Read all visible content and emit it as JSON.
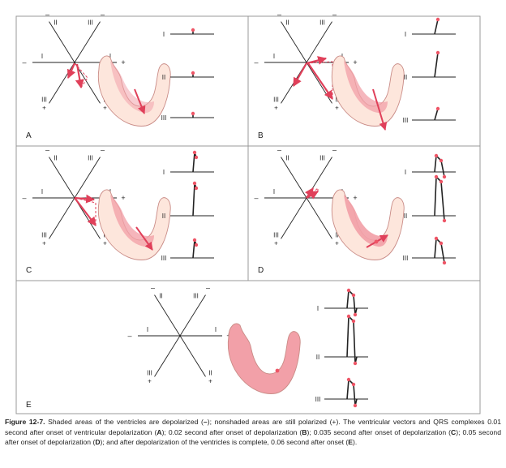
{
  "panels": [
    {
      "letter": "A",
      "state": "0.01 second after onset of ventricular depolarization"
    },
    {
      "letter": "B",
      "state": "0.02 second after onset of depolarization"
    },
    {
      "letter": "C",
      "state": "0.035 second after onset of depolarization"
    },
    {
      "letter": "D",
      "state": "0.05 second after onset of depolarization"
    },
    {
      "letter": "E",
      "state": "after depolarization of the ventricles is complete, 0.06 second after onset"
    }
  ],
  "lead_labels": [
    "I",
    "II",
    "III"
  ],
  "polarity": {
    "neg": "–",
    "pos": "+"
  },
  "caption": {
    "figure_label": "Figure 12-7.",
    "text_1": " Shaded areas of the ventricles are depolarized (",
    "neg_sign": "–",
    "text_2": "); nonshaded areas are still polarized (+). The ventricular vectors and QRS complexes 0.01 second after onset of ventricular depolarization (",
    "l_a": "A",
    "text_3": "); 0.02 second after onset of depolarization (",
    "l_b": "B",
    "text_4": "); 0.035 second after onset of depolarization (",
    "l_c": "C",
    "text_5": "); 0.05 second after onset of depolarization (",
    "l_d": "D",
    "text_6": "); and after depolarization of the ventricles is complete, 0.06 second after onset (",
    "l_e": "E",
    "text_7": ")."
  },
  "colors": {
    "vector": "#e0405a",
    "marker": "#ee5566",
    "tissue_dark": "#f2a0a8",
    "tissue_light": "#fde6dc",
    "outline": "#c98b86",
    "line": "#222222",
    "frame": "#999999"
  }
}
